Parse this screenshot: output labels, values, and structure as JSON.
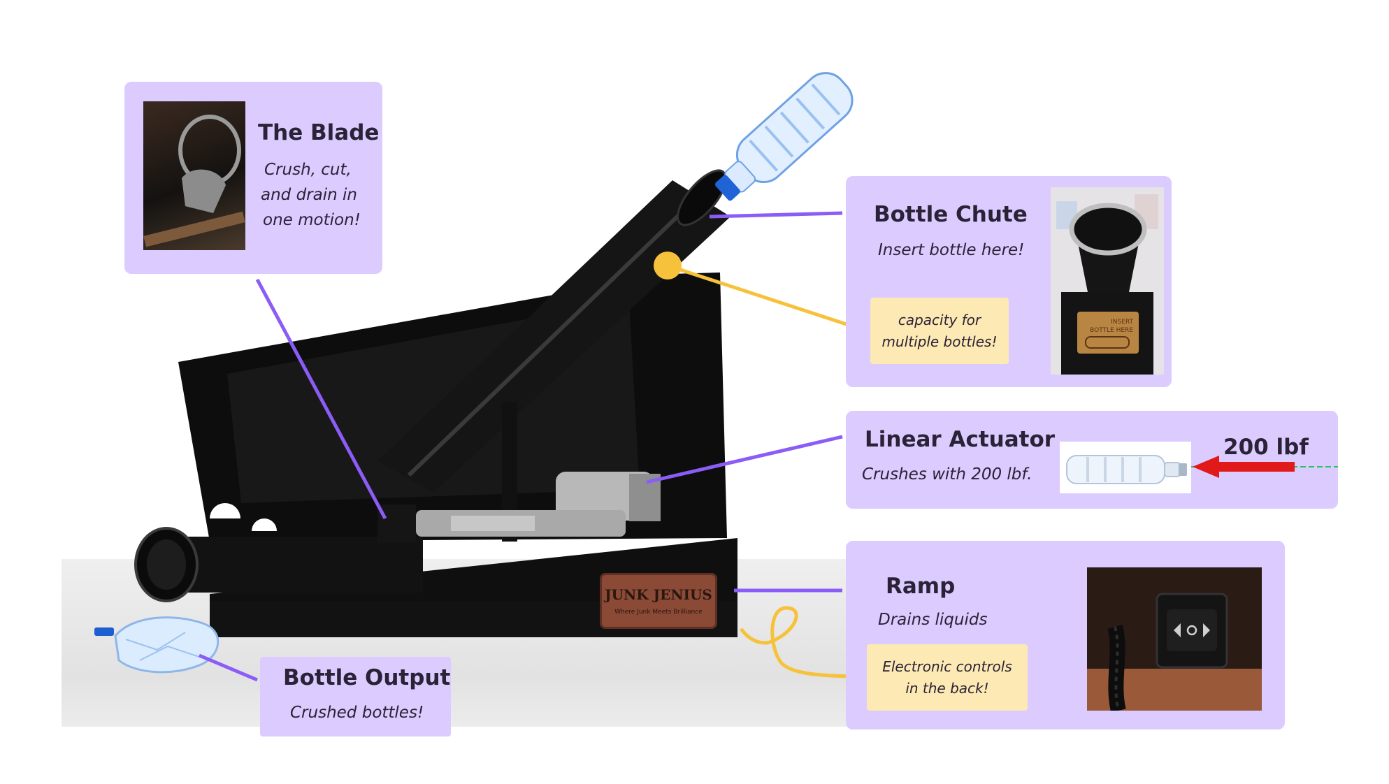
{
  "colors": {
    "card_bg": "#dccbff",
    "note_bg": "#fde9b3",
    "purple_line": "#8b5cf6",
    "yellow_line": "#f7c23b",
    "force_arrow": "#e11919"
  },
  "callouts": {
    "blade": {
      "title": "The Blade",
      "lines": [
        "Crush, cut,",
        "and drain in",
        "one motion!"
      ]
    },
    "chute": {
      "title": "Bottle Chute",
      "subtitle": "Insert bottle here!",
      "note": [
        "capacity for",
        "multiple bottles!"
      ]
    },
    "actuator": {
      "title": "Linear Actuator",
      "subtitle": "Crushes with 200 lbf.",
      "force_label": "200 lbf"
    },
    "ramp": {
      "title": "Ramp",
      "subtitle": "Drains liquids",
      "note": [
        "Electronic controls",
        "in the back!"
      ]
    },
    "output": {
      "title": "Bottle Output",
      "subtitle": "Crushed bottles!"
    }
  },
  "device": {
    "brand_plate": "JUNK JENIUS",
    "plate_tagline": "Where Junk Meets Brilliance",
    "chute_photo_label": [
      "INSERT",
      "BOTTLE HERE"
    ]
  },
  "icons": [
    "water-bottle-icon",
    "crushed-bottle-icon",
    "rocker-switch-icon",
    "force-arrow-icon"
  ]
}
